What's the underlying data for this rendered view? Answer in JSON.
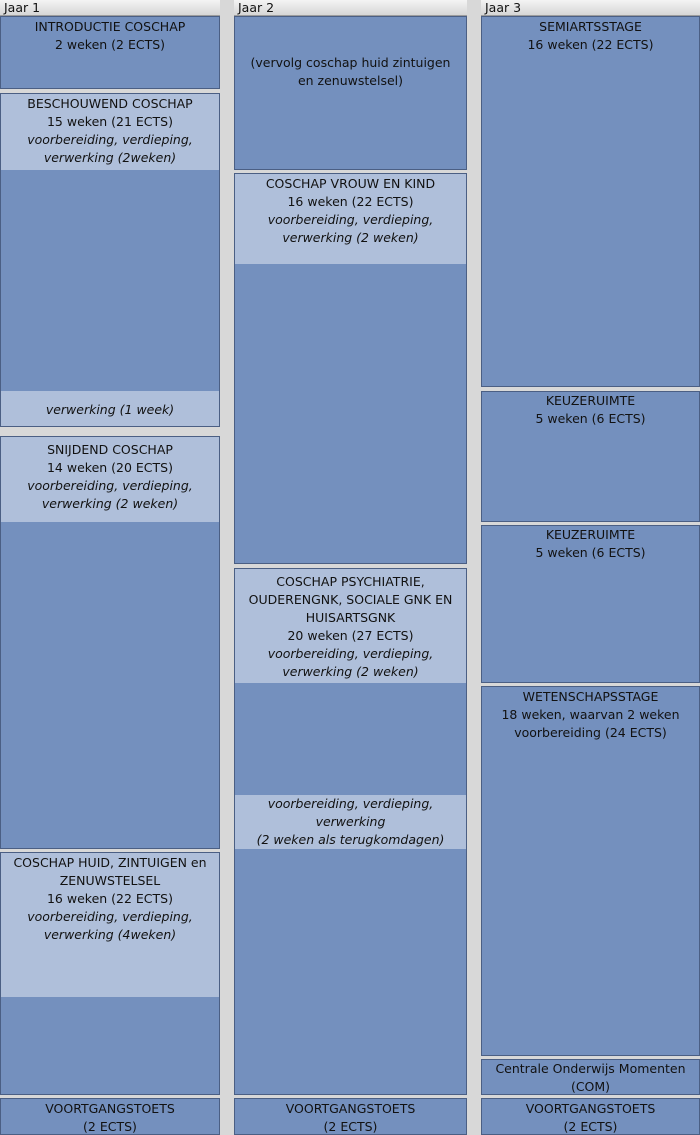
{
  "columns": [
    {
      "header": "Jaar 1",
      "blocks": [
        {
          "lines": [
            "INTRODUCTIE COSCHAP",
            "2 weken (2 ECTS)"
          ]
        },
        {
          "lines": [
            "BESCHOUWEND COSCHAP",
            "15 weken (21 ECTS)"
          ],
          "italic": [
            "voorbereiding, verdieping,",
            "verwerking (2weken)"
          ],
          "bottom": [
            "verwerking (1 week)"
          ]
        },
        {
          "lines": [
            "SNIJDEND COSCHAP",
            "14 weken (20 ECTS)"
          ],
          "italic": [
            "voorbereiding, verdieping,",
            "verwerking (2 weken)"
          ]
        },
        {
          "lines": [
            "COSCHAP HUID, ZINTUIGEN en",
            "ZENUWSTELSEL",
            "16 weken (22 ECTS)"
          ],
          "italic": [
            "voorbereiding, verdieping,",
            "verwerking (4weken)"
          ]
        },
        {
          "lines": [
            "VOORTGANGSTOETS",
            "(2 ECTS)"
          ]
        }
      ]
    },
    {
      "header": "Jaar 2",
      "blocks": [
        {
          "lines": [
            "(vervolg coschap huid zintuigen",
            "en zenuwstelsel)"
          ]
        },
        {
          "lines": [
            "COSCHAP VROUW EN KIND",
            "16 weken (22 ECTS)"
          ],
          "italic": [
            "voorbereiding, verdieping,",
            "verwerking (2 weken)"
          ]
        },
        {
          "lines": [
            "COSCHAP PSYCHIATRIE,",
            "OUDERENGNK, SOCIALE GNK EN",
            "HUISARTSGNK",
            "20 weken (27 ECTS)"
          ],
          "italic": [
            "voorbereiding, verdieping,",
            "verwerking (2 weken)"
          ],
          "middle": [
            "voorbereiding, verdieping,",
            "verwerking",
            "(2 weken als terugkomdagen)"
          ]
        },
        {
          "lines": [
            "VOORTGANGSTOETS",
            "(2 ECTS)"
          ]
        }
      ]
    },
    {
      "header": "Jaar 3",
      "blocks": [
        {
          "lines": [
            "SEMIARTSSTAGE",
            "16 weken (22 ECTS)"
          ]
        },
        {
          "lines": [
            "KEUZERUIMTE",
            "5 weken (6 ECTS)"
          ]
        },
        {
          "lines": [
            "KEUZERUIMTE",
            "5 weken (6 ECTS)"
          ]
        },
        {
          "lines": [
            "WETENSCHAPSSTAGE",
            "18 weken, waarvan 2 weken",
            "voorbereiding (24 ECTS)"
          ]
        },
        {
          "lines": [
            "Centrale Onderwijs Momenten",
            "(COM)"
          ]
        },
        {
          "lines": [
            "VOORTGANGSTOETS",
            "(2 ECTS)"
          ]
        }
      ]
    }
  ]
}
